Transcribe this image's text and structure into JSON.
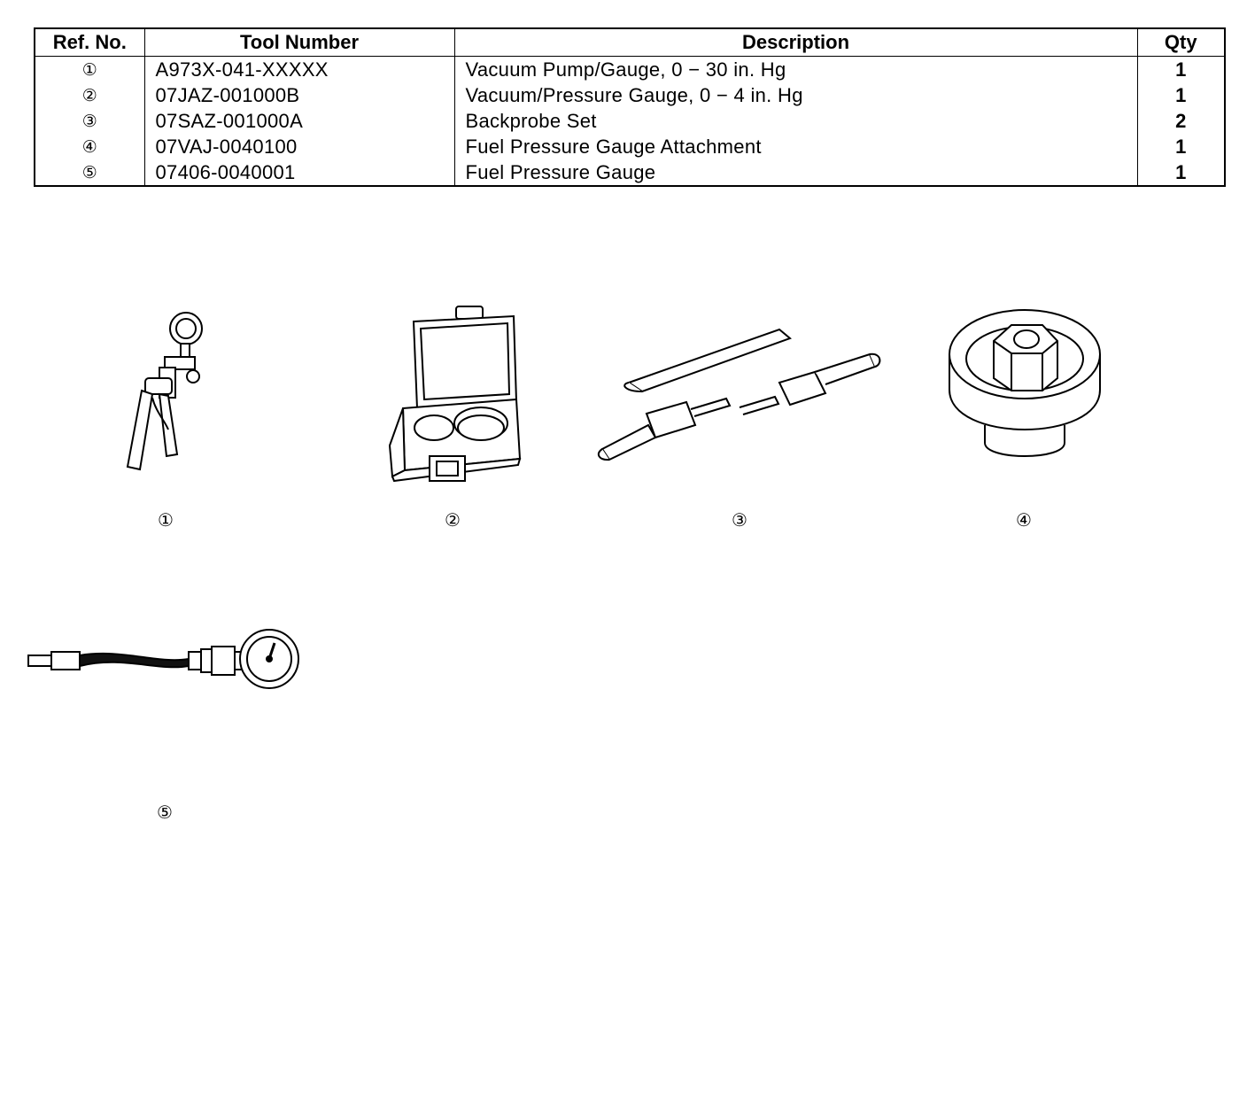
{
  "table": {
    "headers": {
      "ref_no": "Ref. No.",
      "tool_number": "Tool Number",
      "description": "Description",
      "qty": "Qty"
    },
    "rows": [
      {
        "ref": "①",
        "tool_number": "A973X-041-XXXXX",
        "description": "Vacuum Pump/Gauge, 0 − 30 in. Hg",
        "qty": "1"
      },
      {
        "ref": "②",
        "tool_number": "07JAZ-001000B",
        "description": "Vacuum/Pressure Gauge, 0 − 4 in. Hg",
        "qty": "1"
      },
      {
        "ref": "③",
        "tool_number": "07SAZ-001000A",
        "description": "Backprobe Set",
        "qty": "2"
      },
      {
        "ref": "④",
        "tool_number": "07VAJ-0040100",
        "description": "Fuel Pressure Gauge Attachment",
        "qty": "1"
      },
      {
        "ref": "⑤",
        "tool_number": "07406-0040001",
        "description": "Fuel Pressure Gauge",
        "qty": "1"
      }
    ]
  },
  "illustrations": {
    "labels": [
      "①",
      "②",
      "③",
      "④",
      "⑤"
    ]
  }
}
